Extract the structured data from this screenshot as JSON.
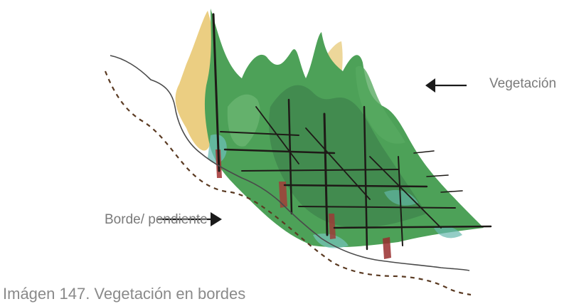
{
  "labels": {
    "vegetation": "Vegetación",
    "edge_slope": "Borde/ pendiente"
  },
  "caption": "Imágen 147. Vegetación en bordes",
  "colors": {
    "foliage_green": "#3f9a47",
    "foliage_dark": "#2c6b3a",
    "foliage_yellow": "#e0b84a",
    "accent_teal": "#5fb8b0",
    "accent_red": "#9a2020",
    "ink": "#1e1a17",
    "dashed_line": "#5a3a22",
    "label_gray": "#7a7a7a"
  }
}
